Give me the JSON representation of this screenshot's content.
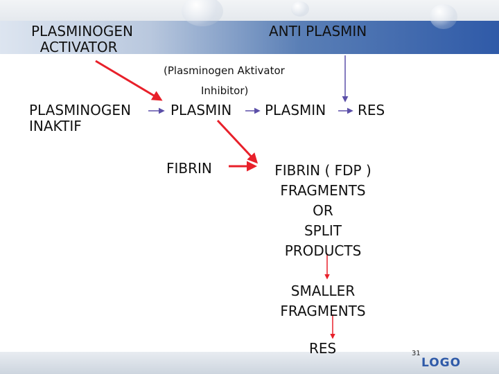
{
  "labels": {
    "plasminogen_activator": "PLASMINOGEN\n  ACTIVATOR",
    "anti_plasmin": "ANTI PLASMIN",
    "inhibitor_line1": "(Plasminogen Aktivator",
    "inhibitor_line2": "Inhibitor)",
    "plasminogen_inaktif": "PLASMINOGEN\nINAKTIF",
    "plasmin_1": "PLASMIN",
    "plasmin_2": "PLASMIN",
    "res_1": "RES",
    "fibrin": "FIBRIN",
    "fibrin_fragments": "FIBRIN ( FDP )\nFRAGMENTS\nOR\nSPLIT\nPRODUCTS",
    "smaller_fragments": "SMALLER\nFRAGMENTS",
    "res_2": "RES"
  },
  "footer": {
    "page_number": "31",
    "logo": "LOGO"
  },
  "colors": {
    "red_arrow": "#e8202a",
    "blue_arrow": "#5b4fa8",
    "logo": "#2f5aa8"
  }
}
